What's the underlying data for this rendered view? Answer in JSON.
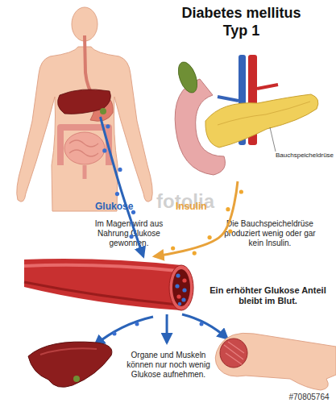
{
  "diagram": {
    "title": "Diabetes mellitus Typ 1",
    "nodes": [
      {
        "text": [
          "Im Magen wird aus Nahrung Glukose gewonnen."
        ]
      },
      {
        "text": [
          "Bauchspeicheldrüse",
          "Die Bauchspeicheldrüse produziert wenig oder gar kein Insulin."
        ]
      },
      {
        "text": [
          "Ein erhöhter Glukose Anteil bleibt im Blut."
        ]
      },
      {
        "text": [
          "Organe und Muskeln können nur noch wenig Glukose aufnehmen."
        ]
      }
    ],
    "edges": [
      {
        "from": 0,
        "to": 2,
        "label": "Glukose",
        "arrow": "to"
      },
      {
        "from": 1,
        "to": 2,
        "label": "Insulin",
        "arrow": "to"
      },
      {
        "from": 2,
        "to": 3,
        "arrow": "to"
      }
    ],
    "labels": [
      "fotolia",
      "#70805764"
    ]
  }
}
